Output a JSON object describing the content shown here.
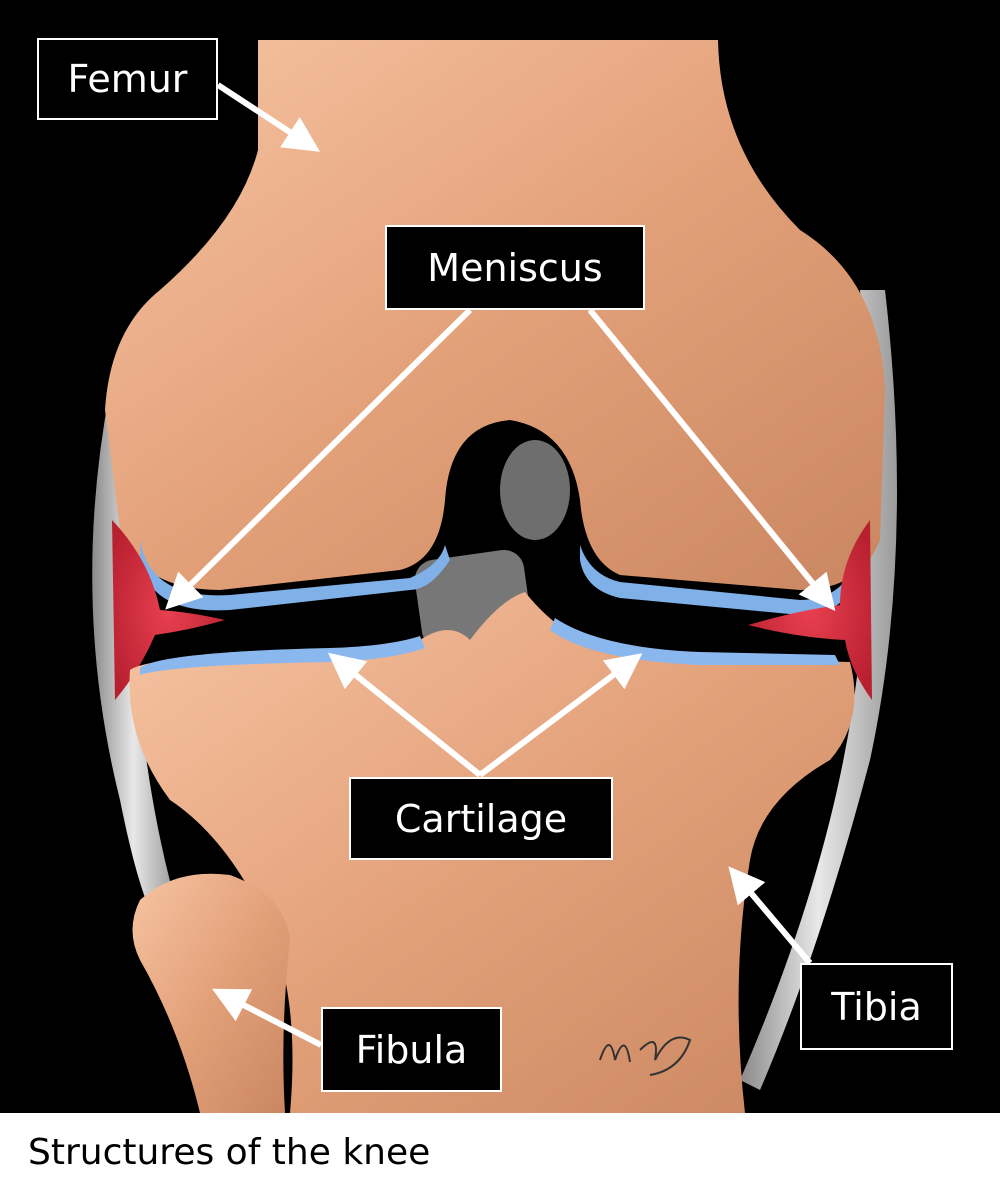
{
  "labels": {
    "femur": "Femur",
    "meniscus": "Meniscus",
    "cartilage": "Cartilage",
    "tibia": "Tibia",
    "fibula": "Fibula"
  },
  "caption": "Structures of the knee",
  "signature": "M. Duffy",
  "colors": {
    "background": "#000000",
    "bone": "#e5a07a",
    "meniscus": "#d8303c",
    "cartilage": "#7fb0e8",
    "ligament": "#c8c8c8"
  }
}
